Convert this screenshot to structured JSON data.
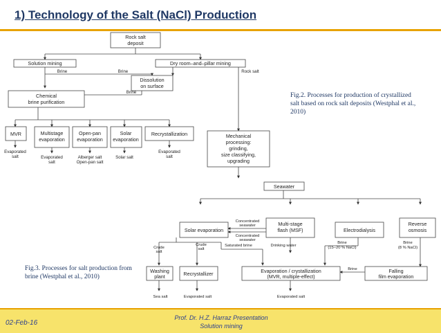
{
  "title": "1) Technology of the Salt (NaCl) Production",
  "fig2": {
    "caption": "Fig.2. Processes for production of crystallized salt based on rock salt deposits (Westphal et al., 2010)",
    "boxes": {
      "rock": [
        "Rock salt",
        "deposit"
      ],
      "solution": [
        "Solution mining"
      ],
      "dryroom": [
        "Dry room–and–pillar mining"
      ],
      "dissolution": [
        "Dissolution",
        "on surface"
      ],
      "chemical": [
        "Chemical",
        "brine purification"
      ],
      "mvr": [
        "MVR"
      ],
      "multistage": [
        "Multistage",
        "evaporation"
      ],
      "openpan": [
        "Open-pan",
        "evaporation"
      ],
      "solar": [
        "Solar",
        "evaporation"
      ],
      "recryst": [
        "Recrystallization"
      ],
      "mechanical": [
        "Mechanical",
        "processing:",
        "grinding,",
        "size classifying,",
        "upgrading"
      ]
    },
    "labels": {
      "brine1": "Brine",
      "brine2": "Brine",
      "brine3": "Brine",
      "rocksalt": "Rock salt",
      "out_mvr": [
        "Evaporated",
        "salt"
      ],
      "out_multi": [
        "Evaporated",
        "salt"
      ],
      "out_openpan": [
        "Alberger salt",
        "Open-pan salt"
      ],
      "out_solar": [
        "Solar salt"
      ],
      "out_recryst": [
        "Evaporated",
        "salt"
      ]
    }
  },
  "fig3": {
    "caption": "Fig.3. Processes for salt production from brine (Westphal et al., 2010)",
    "boxes": {
      "seawater": [
        "Seawater"
      ],
      "solarevap": [
        "Solar evaporation"
      ],
      "msf": [
        "Multi-stage",
        "flash (MSF)"
      ],
      "electro": [
        "Electrodialysis"
      ],
      "reverse": [
        "Reverse",
        "osmosis"
      ],
      "washing": [
        "Washing",
        "plant"
      ],
      "recrystallizer": [
        "Recrystallizer"
      ],
      "evapcryst": [
        "Evaporation / crystallization",
        "(MVR, multiple-effect)"
      ],
      "falling": [
        "Falling",
        "film evaporation"
      ]
    },
    "labels": {
      "concentrated1": [
        "Concentrated",
        "seawater"
      ],
      "concentrated2": [
        "Concentrated",
        "seawater"
      ],
      "crude1": [
        "Crude",
        "salt"
      ],
      "crude2": [
        "Crude",
        "salt"
      ],
      "saturated": "Saturated brine",
      "drinking": "Drinking water",
      "brine_ed": [
        "Brine",
        "(15–20 % NaCl)"
      ],
      "brine_ro": [
        "Brine",
        "(8 % NaCl)"
      ],
      "brine_mid": "Brine",
      "seasalt": "Sea salt",
      "evap1": "Evaporated salt",
      "evap2": "Evaporated salt"
    }
  },
  "footer": {
    "date": "02-Feb-16",
    "presenter": "Prof. Dr. H.Z. Harraz Presentation",
    "topic": "Solution mining"
  },
  "colors": {
    "title": "#1f3864",
    "rule": "#e8a200",
    "footer_bg": "#f7e36b",
    "footer_text": "#2b3f8f",
    "caption": "#1f3864"
  }
}
